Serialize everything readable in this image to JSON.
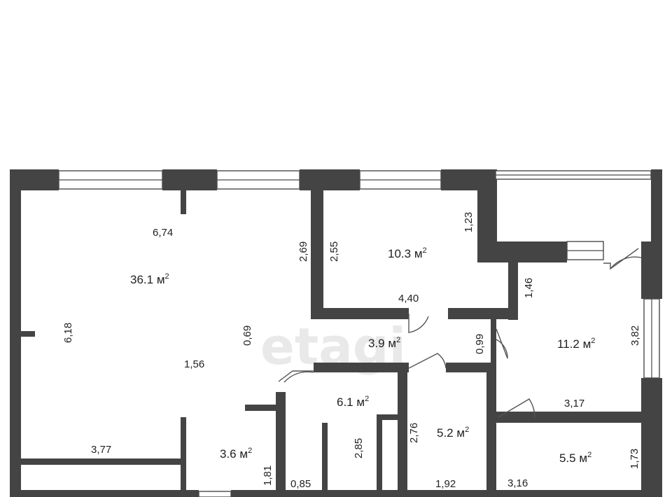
{
  "watermark": "etagi",
  "area_unit": "м",
  "area_sup": "2",
  "rooms": [
    {
      "id": "living",
      "area": "36.1"
    },
    {
      "id": "bedroom-top",
      "area": "10.3"
    },
    {
      "id": "bedroom-right",
      "area": "11.2"
    },
    {
      "id": "hall",
      "area": "3.9"
    },
    {
      "id": "corridor",
      "area": "6.1"
    },
    {
      "id": "bath",
      "area": "5.2"
    },
    {
      "id": "room-bottom-right",
      "area": "5.5"
    },
    {
      "id": "entry",
      "area": "3.6"
    }
  ],
  "dimensions": [
    "6,74",
    "2,69",
    "6,18",
    "0,69",
    "1,56",
    "3,77",
    "1,81",
    "0,85",
    "2,85",
    "2,76",
    "1,92",
    "2,55",
    "1,23",
    "4,40",
    "1,46",
    "3,82",
    "0,99",
    "3,17",
    "3,16",
    "1,73"
  ]
}
